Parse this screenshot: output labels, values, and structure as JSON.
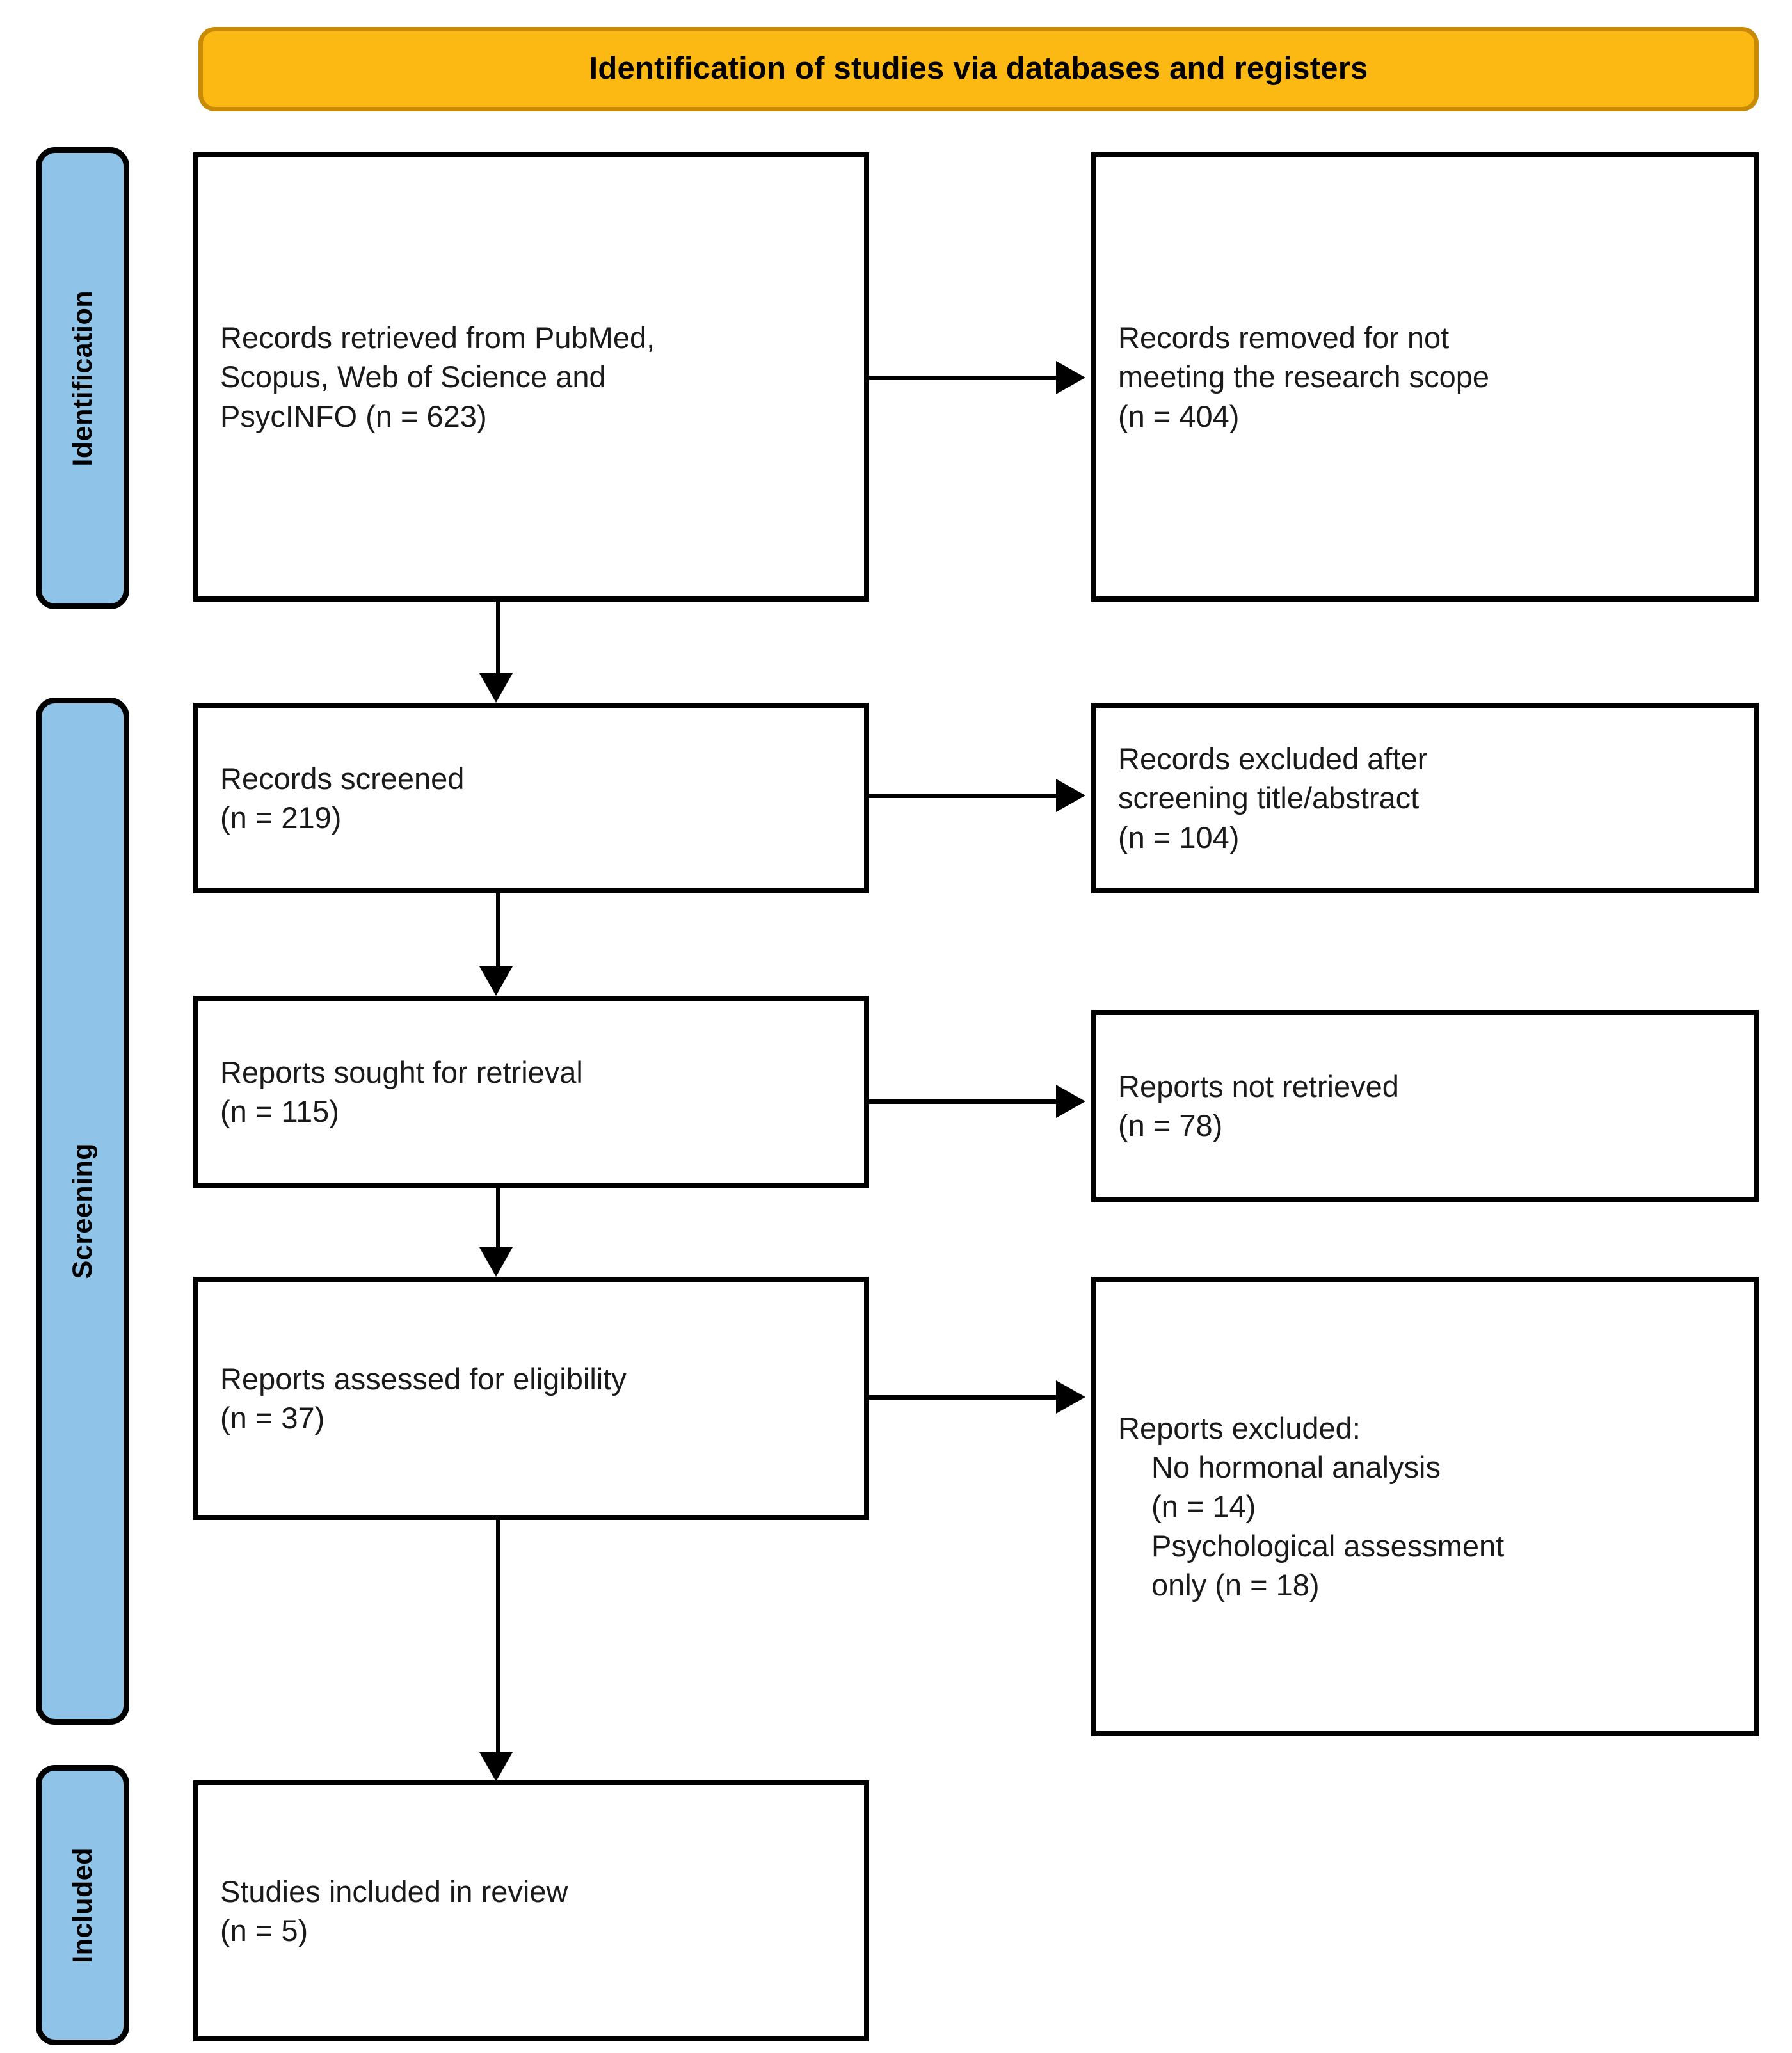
{
  "header": {
    "title": "Identification of studies via databases and registers",
    "fill_color": "#FDB913",
    "border_color": "#C98A06"
  },
  "stages": {
    "fill_color": "#8FC4E8",
    "border_color": "#000000",
    "identification": "Identification",
    "screening": "Screening",
    "included": "Included"
  },
  "boxes": {
    "records_retrieved": {
      "line1": "Records retrieved from PubMed,",
      "line2": "Scopus, Web of Science and",
      "line3": "PsycINFO (n = 623)"
    },
    "records_removed": {
      "line1": "Records removed for not",
      "line2": "meeting the research scope",
      "line3": "(n = 404)"
    },
    "records_screened": {
      "line1": "Records screened",
      "line2": "(n = 219)"
    },
    "records_excluded": {
      "line1": "Records excluded after",
      "line2": "screening title/abstract",
      "line3": "(n = 104)"
    },
    "reports_sought": {
      "line1": "Reports sought for retrieval",
      "line2": "(n = 115)"
    },
    "reports_not_retrieved": {
      "line1": "Reports not retrieved",
      "line2": "(n = 78)"
    },
    "reports_assessed": {
      "line1": "Reports assessed for eligibility",
      "line2": "(n = 37)"
    },
    "reports_excluded": {
      "line1": "Reports excluded:",
      "line2": "No hormonal analysis",
      "line3": "(n = 14)",
      "line4": "Psychological assessment",
      "line5": "only (n = 18)"
    },
    "studies_included": {
      "line1": "Studies included in review",
      "line2": "(n = 5)"
    }
  }
}
